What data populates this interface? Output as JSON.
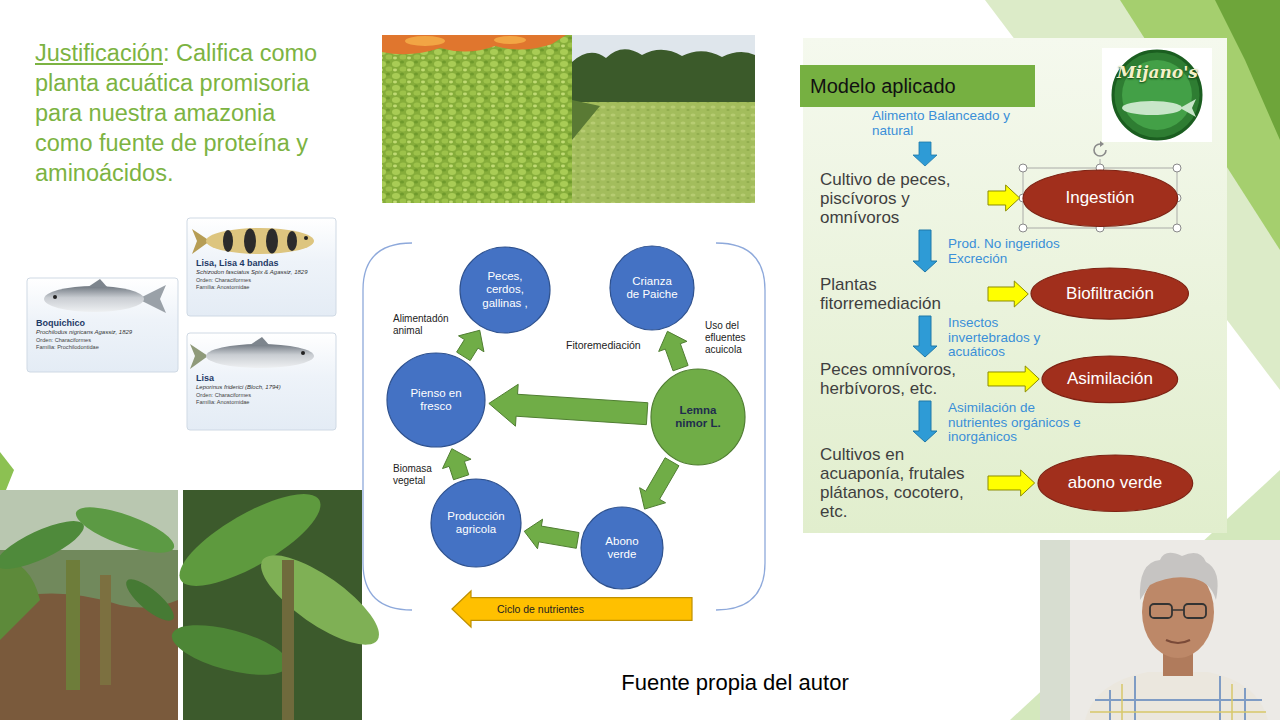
{
  "diagram": {
    "caption": "Fuente propia del autor",
    "nodes": [
      {
        "text": [
          "Boquichico",
          "Prochilodus nigricans Agassiz, 1829",
          "Orden: Characiformes",
          "Familia: Prochilodontidae"
        ]
      },
      {
        "text": [
          "Lisa, Lisa 4 bandas",
          "Schizodon fasciatus Spix & Agassiz, 1829",
          "Orden: Characiformes",
          "Familia: Anostomidae"
        ]
      },
      {
        "text": [
          "Lisa",
          "Leporinus friderici (Bloch, 1794)",
          "Orden: Characiformes",
          "Familia: Anostomidae"
        ]
      },
      {
        "text": [
          "Peces, cerdos, gallinas ,"
        ]
      },
      {
        "text": [
          "Crianza de Paiche"
        ]
      },
      {
        "text": [
          "Pienso en fresco"
        ]
      },
      {
        "text": [
          "Lemna nimor L."
        ]
      },
      {
        "text": [
          "Producción agricola"
        ]
      },
      {
        "text": [
          "Abono verde"
        ]
      },
      {
        "text": [
          "Ciclo de nutrientes"
        ]
      },
      {
        "text": [
          "Modelo aplicado"
        ]
      },
      {
        "text": [
          "Cultivo de peces, piscívoros y omnívoros"
        ]
      },
      {
        "text": [
          "Ingestión"
        ]
      },
      {
        "text": [
          "Plantas fitorremediación"
        ]
      },
      {
        "text": [
          "Biofiltración"
        ]
      },
      {
        "text": [
          "Peces omnívoros, herbívoros, etc."
        ]
      },
      {
        "text": [
          "Asimilación"
        ]
      },
      {
        "text": [
          "Cultivos en acuaponía, frutales plátanos, cocotero, etc."
        ]
      },
      {
        "text": [
          "abono verde"
        ]
      }
    ],
    "edges": [
      {
        "from": 6,
        "to": 5,
        "arrow": "to"
      },
      {
        "from": 5,
        "to": 3,
        "arrow": "to"
      },
      {
        "from": 6,
        "to": 4,
        "arrow": "to"
      },
      {
        "from": 6,
        "to": 8,
        "arrow": "to"
      },
      {
        "from": 8,
        "to": 7,
        "arrow": "to"
      },
      {
        "from": 7,
        "to": 5,
        "arrow": "to"
      },
      {
        "from": 11,
        "to": 12,
        "arrow": "to"
      },
      {
        "from": 11,
        "to": 13,
        "arrow": "to"
      },
      {
        "from": 13,
        "to": 14,
        "arrow": "to"
      },
      {
        "from": 13,
        "to": 15,
        "arrow": "to"
      },
      {
        "from": 15,
        "to": 16,
        "arrow": "to"
      },
      {
        "from": 15,
        "to": 17,
        "arrow": "to"
      },
      {
        "from": 17,
        "to": 18,
        "arrow": "to"
      }
    ],
    "labels": [
      "Justificación",
      ": Califica como planta acuática promisoria para nuestra amazonia como fuente de proteína y aminoácidos.",
      "Alimentadón animal",
      "Fitoremediación",
      "Uso del efluentes acuicola",
      "Biomasa vegetal",
      "Alimento Balanceado y natural",
      "Prod. No ingeridos Excreción",
      "Insectos invertebrados y acuáticos",
      "Asimilación de nutrientes orgánicos e inorgánicos",
      "Mijano's"
    ]
  }
}
